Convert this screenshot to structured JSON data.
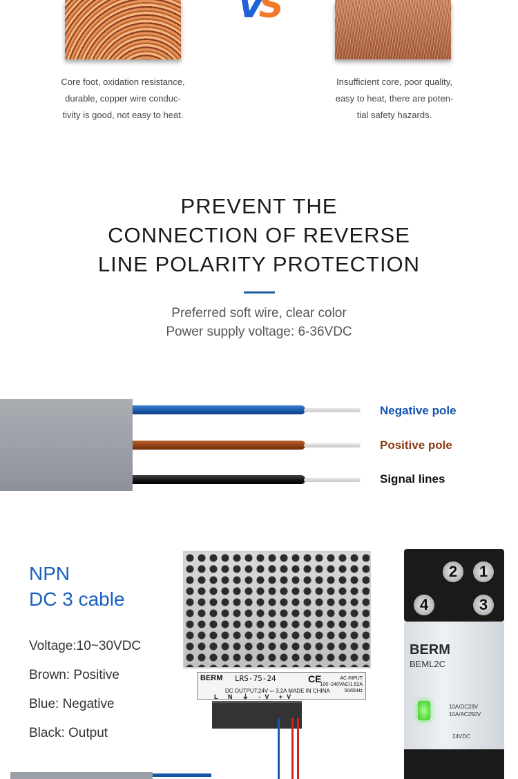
{
  "comparison": {
    "vs_v": "V",
    "vs_s": "S",
    "left_caption": [
      "Core foot, oxidation resistance,",
      "durable, copper wire conduc-",
      "tivity is good, not easy to heat."
    ],
    "right_caption": [
      "Insufficient core, poor quality,",
      "easy to heat, there are poten-",
      "tial safety hazards."
    ]
  },
  "headline": {
    "lines": [
      "PREVENT THE",
      "CONNECTION OF REVERSE",
      "LINE POLARITY PROTECTION"
    ],
    "sub1": "Preferred soft wire, clear color",
    "sub2": "Power supply voltage: 6-36VDC"
  },
  "cable": {
    "negative": "Negative pole",
    "positive": "Positive pole",
    "signal": "Signal lines",
    "colors": {
      "blue": "#1a56a8",
      "brown": "#8e3f14",
      "black": "#111111"
    }
  },
  "npn": {
    "title1": "NPN",
    "title2": "DC 3 cable",
    "specs": [
      "Voltage:10~30VDC",
      "Brown: Positive",
      "Blue: Negative",
      "Black: Output"
    ]
  },
  "psu": {
    "brand": "BERM",
    "model": "LRS-75-24",
    "ce": "CE",
    "output": "DC OUTPUT:24V ⎓ 3.2A   MADE IN CHINA",
    "ac_input": [
      "AC INPUT",
      "100~240VAC/1.52A",
      "50/60Hz"
    ],
    "terminals": "L N ⏚ -V +V"
  },
  "relay": {
    "screws": [
      "2",
      "1",
      "4",
      "3"
    ],
    "brand": "BERM",
    "model": "BEML2C",
    "rating": [
      "10A/DC28V",
      "10A/AC250V"
    ],
    "coil": "24VDC"
  }
}
